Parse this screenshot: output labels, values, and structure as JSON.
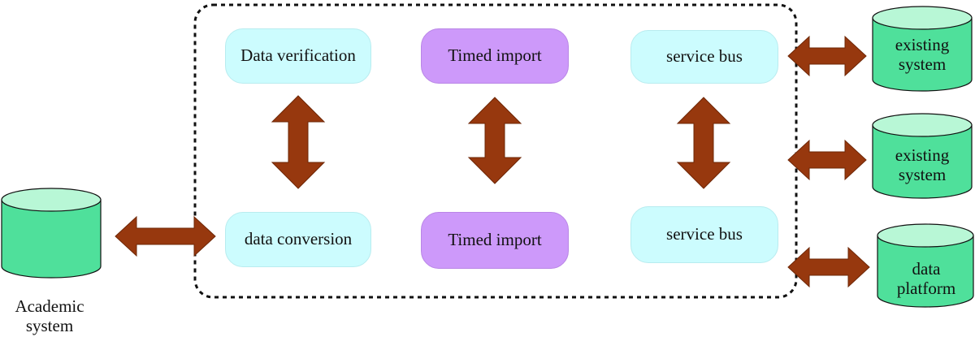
{
  "colors": {
    "arrow": "#97380e",
    "arrow_stroke": "#6e2707",
    "cyan_box": "#ccfcfe",
    "purple_box": "#cd99fa",
    "cylinder_fill": "#4fe09b",
    "cylinder_top": "#b8f7d6",
    "cylinder_stroke": "#111111",
    "boundary": "#111111"
  },
  "boundary": {
    "style": "dashed"
  },
  "boxes": {
    "data_verification": "Data verification",
    "timed_import_top": "Timed import",
    "service_bus_top": "service bus",
    "data_conversion": "data conversion",
    "timed_import_bottom": "Timed import",
    "service_bus_bottom": "service bus"
  },
  "databases": {
    "academic": "Academic\nsystem",
    "existing_1": "existing\nsystem",
    "existing_2": "existing\nsystem",
    "data_platform": "data\nplatform"
  },
  "arrows": {
    "type": "double-headed"
  }
}
